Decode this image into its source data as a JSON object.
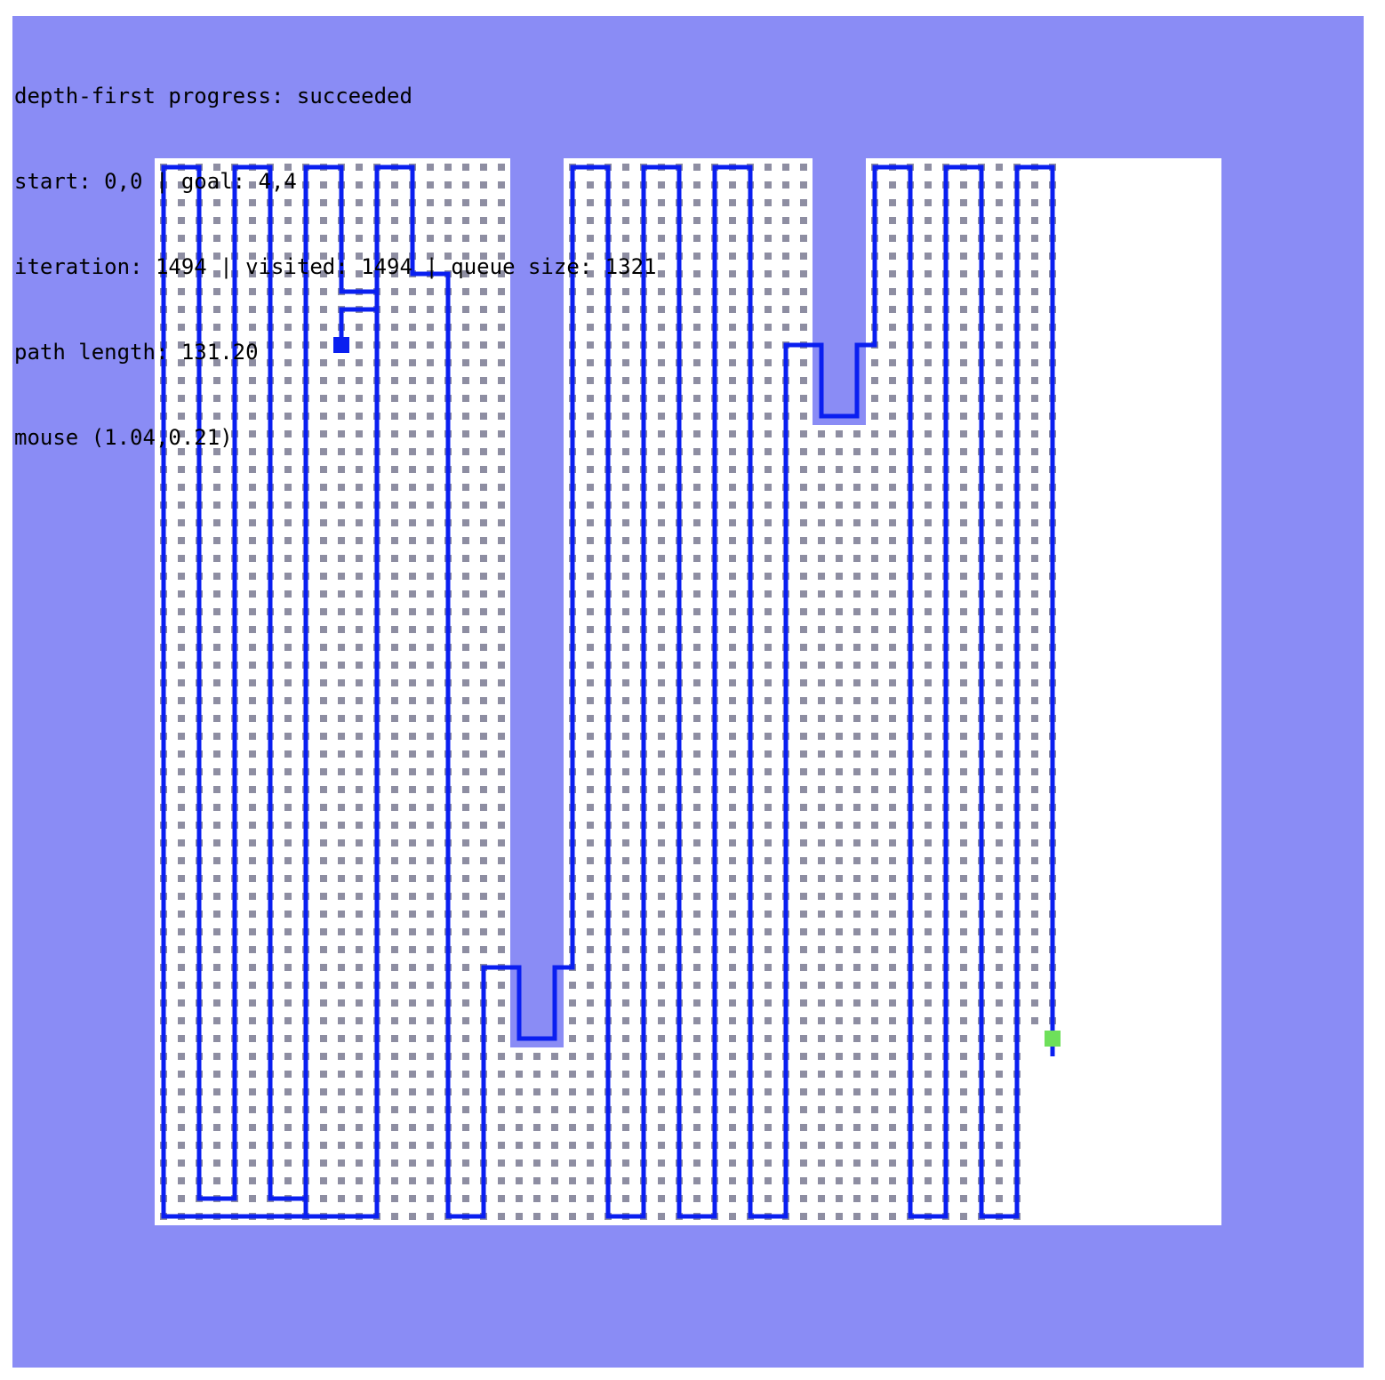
{
  "hud": {
    "status": "depth-first progress: succeeded",
    "endpoints": "start: 0,0 | goal: 4,4",
    "stats": "iteration: 1494 | visited: 1494 | queue size: 1321",
    "path_length": "path length: 131.20",
    "mouse": "mouse (1.04,0.21)"
  },
  "search": {
    "algorithm": "depth-first",
    "status": "succeeded",
    "start": [
      0,
      0
    ],
    "goal": [
      4,
      4
    ],
    "iteration": 1494,
    "visited": 1494,
    "queue_size": 1321,
    "path_length": 131.2,
    "mouse": [
      1.04,
      0.21
    ]
  },
  "colors": {
    "background": "#8a8cf5",
    "free_cell": "#ffffff",
    "visited_marker": "#8e8ea2",
    "path": "#0a1ff0",
    "start_marker": "#0a1ff0",
    "goal_marker": "#6ee05a"
  },
  "icons": {
    "start": "start-square-icon",
    "goal": "goal-square-icon"
  }
}
